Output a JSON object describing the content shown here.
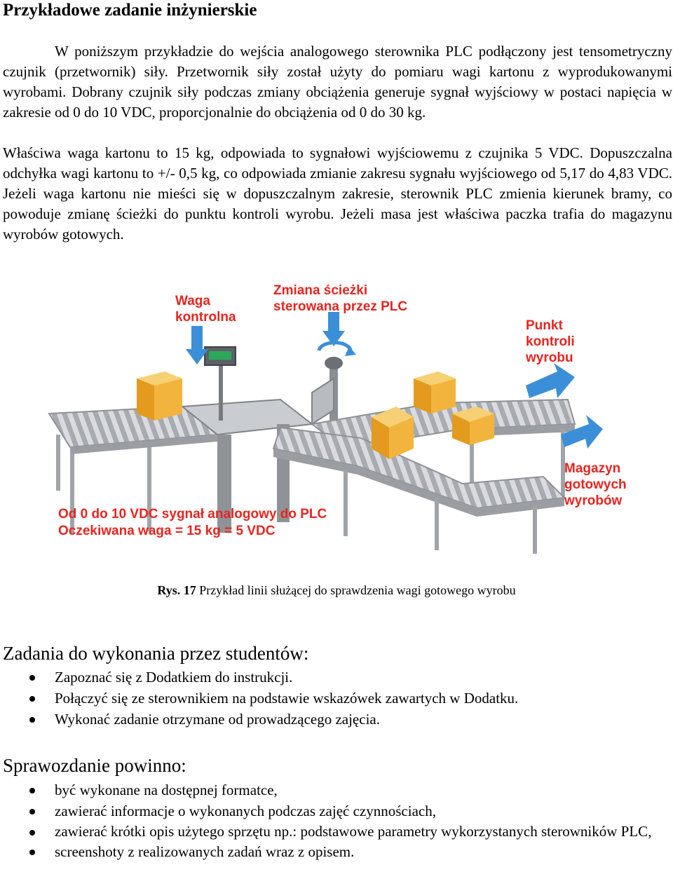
{
  "title": "Przykładowe zadanie inżynierskie",
  "paragraphs": {
    "p1": "W poniższym przykładzie do wejścia analogowego sterownika PLC podłączony jest tensometryczny czujnik (przetwornik) siły. Przetwornik siły został użyty do pomiaru wagi kartonu z wyprodukowanymi wyrobami. Dobrany czujnik siły podczas zmiany obciążenia generuje sygnał wyjściowy w postaci napięcia w zakresie od 0 do 10 VDC, proporcjonalnie do obciążenia od 0 do 30 kg.",
    "p2": "Właściwa waga kartonu to 15 kg, odpowiada to sygnałowi wyjściowemu z czujnika 5 VDC. Dopuszczalna odchyłka wagi kartonu to +/- 0,5 kg, co odpowiada zmianie zakresu sygnału wyjściowego od 5,17 do 4,83 VDC. Jeżeli waga kartonu nie mieści się w dopuszczalnym zakresie, sterownik PLC zmienia kierunek bramy, co powoduje zmianę ścieżki do punktu kontroli wyrobu. Jeżeli masa jest właściwa paczka trafia do magazynu wyrobów gotowych."
  },
  "figure": {
    "labels": {
      "waga": [
        "Waga",
        "kontrolna"
      ],
      "zmiana": [
        "Zmiana ścieżki",
        "sterowana przez PLC"
      ],
      "punkt": [
        "Punkt",
        "kontroli",
        "wyrobu"
      ],
      "magazyn": [
        "Magazyn",
        "gotowych",
        "wyrobów"
      ],
      "signal": [
        "Od 0 do 10 VDC sygnał analogowy do PLC",
        "Oczekiwana waga = 15 kg = 5 VDC"
      ]
    },
    "colors": {
      "label_red": "#e8241f",
      "arrow_blue": "#3b8fd9",
      "box": "#f2b43c",
      "conveyor": "#b5b8bc"
    }
  },
  "caption": {
    "prefix": "Rys.",
    "number": "17",
    "text": "Przykład linii służącej do sprawdzenia wagi gotowego wyrobu"
  },
  "tasks": {
    "heading": "Zadania do wykonania przez studentów:",
    "items": [
      "Zapoznać się z Dodatkiem do instrukcji.",
      "Połączyć się ze sterownikiem na podstawie wskazówek zawartych w Dodatku.",
      "Wykonać zadanie otrzymane od prowadzącego zajęcia."
    ]
  },
  "report": {
    "heading": "Sprawozdanie powinno:",
    "items": [
      "być wykonane na dostępnej formatce,",
      "zawierać informacje o wykonanych podczas zajęć czynnościach,",
      "zawierać krótki opis użytego sprzętu np.: podstawowe parametry wykorzystanych sterowników PLC,",
      "screenshoty z realizowanych zadań wraz z opisem."
    ]
  }
}
